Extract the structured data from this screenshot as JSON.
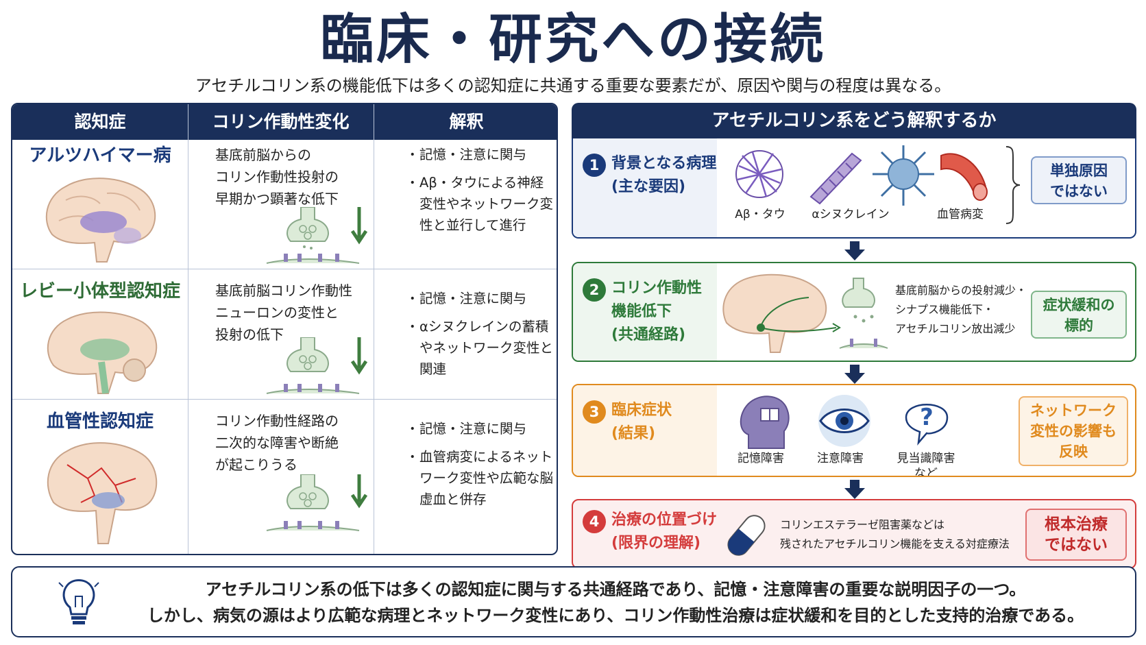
{
  "page": {
    "title": "臨床・研究への接続",
    "subtitle": "アセチルコリン系の機能低下は多くの認知症に共通する重要な要素だが、原因や関与の程度は異なる。"
  },
  "table": {
    "headers": [
      "認知症",
      "コリン作動性変化",
      "解釈"
    ],
    "rows": [
      {
        "disease": "アルツハイマー病",
        "description": [
          "基底前脳からの",
          "コリン作動性投射の",
          "早期かつ顕著な低下"
        ],
        "bullets": [
          "記憶・注意に関与",
          "Aβ・タウによる神経変性やネットワーク変性と並行して進行"
        ],
        "color": "#1a3a7a",
        "highlight": "#9b8ad0"
      },
      {
        "disease": "レビー小体型認知症",
        "description": [
          "基底前脳コリン作動性",
          "ニューロンの変性と",
          "投射の低下"
        ],
        "bullets": [
          "記憶・注意に関与",
          "αシヌクレインの蓄積やネットワーク変性と関連"
        ],
        "color": "#2e6b35",
        "highlight": "#8cc39a"
      },
      {
        "disease": "血管性認知症",
        "description": [
          "コリン作動性経路の",
          "二次的な障害や断絶",
          "が起こりうる"
        ],
        "bullets": [
          "記憶・注意に関与",
          "血管病変によるネットワーク変性や広範な脳虚血と併存"
        ],
        "color": "#1a3a7a",
        "highlight": "#7f9ad6"
      }
    ]
  },
  "panel": {
    "title": "アセチルコリン系をどう解釈するか",
    "steps": [
      {
        "num": "1",
        "label": [
          "背景となる病理",
          "(主な要因)"
        ],
        "icons": [
          "Aβ・タウ",
          "αシヌクレイン",
          "血管病変"
        ],
        "tag": [
          "単独原因",
          "ではない"
        ],
        "color": "#1a3a7a",
        "tint": "#eef2f9"
      },
      {
        "num": "2",
        "label": [
          "コリン作動性",
          "機能低下",
          "(共通経路)"
        ],
        "text": [
          "基底前脳からの投射減少・",
          "シナプス機能低下・",
          "アセチルコリン放出減少"
        ],
        "tag": [
          "症状緩和の",
          "標的"
        ],
        "color": "#2e7a3a",
        "tint": "#eef6ef"
      },
      {
        "num": "3",
        "label": [
          "臨床症状",
          "(結果)"
        ],
        "icons": [
          "記憶障害",
          "注意障害",
          "見当識障害\nなど"
        ],
        "tag": [
          "ネットワーク",
          "変性の影響も",
          "反映"
        ],
        "color": "#e08a1e",
        "tint": "#fdf3e6"
      },
      {
        "num": "4",
        "label": [
          "治療の位置づけ",
          "(限界の理解)"
        ],
        "text": [
          "コリンエステラーゼ阻害薬などは",
          "残されたアセチルコリン機能を支える対症療法"
        ],
        "tag": [
          "根本治療",
          "ではない"
        ],
        "color": "#d43c3c",
        "tint": "#fcefef"
      }
    ]
  },
  "summary": [
    "アセチルコリン系の低下は多くの認知症に関与する共通経路であり、記憶・注意障害の重要な説明因子の一つ。",
    "しかし、病気の源はより広範な病理とネットワーク変性にあり、コリン作動性治療は症状緩和を目的とした支持的治療である。"
  ]
}
